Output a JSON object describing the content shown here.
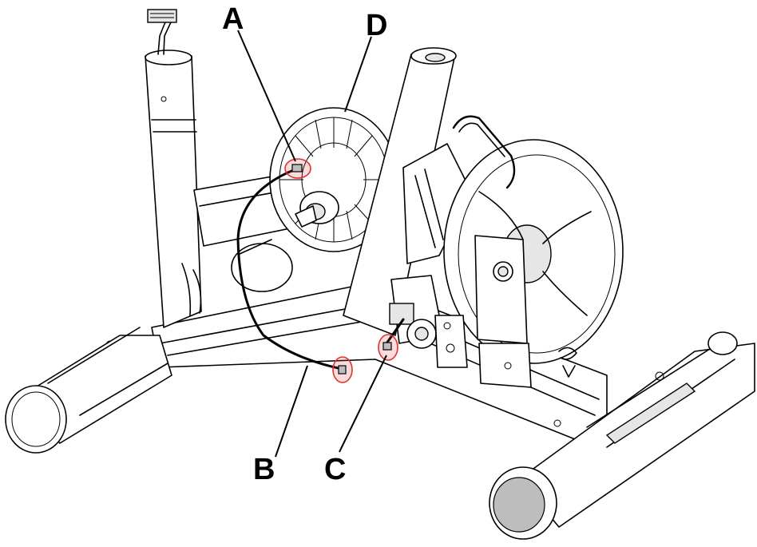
{
  "labels": {
    "a": "A",
    "b": "B",
    "c": "C",
    "d": "D"
  },
  "colors": {
    "line_art": "#000000",
    "highlight_stroke": "#e03030",
    "highlight_fill": "#f7d4d4",
    "background": "#ffffff"
  }
}
